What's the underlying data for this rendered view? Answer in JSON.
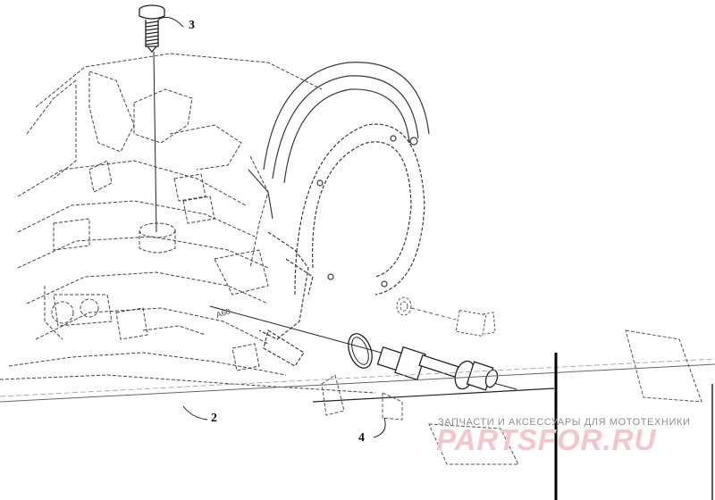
{
  "callouts": {
    "screw": "3",
    "block": "2",
    "sensor": "4"
  },
  "engine_marking": "A60",
  "watermark": {
    "text": "ЗАПЧАСТИ И АКСЕССУАРЫ ДЛЯ МОТОТЕХНИКИ",
    "logo": "PARTSFOR.RU"
  },
  "colors": {
    "line": "#3a3a3a",
    "dashed": "#777777",
    "watermark_logo": "#f3c6cb",
    "watermark_text": "#8f8f8f"
  }
}
